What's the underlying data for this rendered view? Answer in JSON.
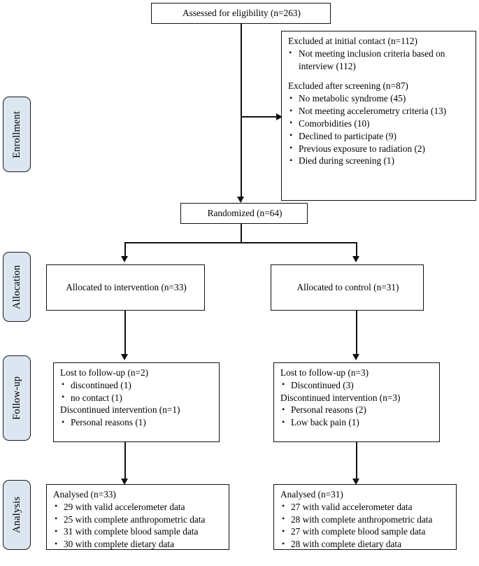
{
  "diagram": {
    "type": "consort-flow-diagram",
    "phases": [
      {
        "id": "enrollment",
        "label": "Enrollment"
      },
      {
        "id": "allocation",
        "label": "Allocation"
      },
      {
        "id": "followup",
        "label": "Follow-up"
      },
      {
        "id": "analysis",
        "label": "Analysis"
      }
    ],
    "assessed": {
      "title": "Assessed for eligibility  (n=263)"
    },
    "excluded": {
      "initial_title": "Excluded at  initial  contact (n=112)",
      "initial_items": [
        "Not meeting  inclusion  criteria  based on interview  (112)"
      ],
      "screening_title": "Excluded  after  screening  (n=87)",
      "screening_items": [
        "No metabolic  syndrome  (45)",
        "Not meeting  accelerometry  criteria (13)",
        "Comorbidities  (10)",
        "Declined  to participate  (9)",
        "Previous  exposure  to radiation  (2)",
        "Died  during  screening  (1)"
      ]
    },
    "randomized": {
      "title": "Randomized  (n=64)"
    },
    "allocation": {
      "intervention": "Allocated  to intervention  (n=33)",
      "control": "Allocated  to control  (n=31)"
    },
    "followup": {
      "intervention": {
        "lost_title": "Lost to follow-up  (n=2)",
        "lost_items": [
          "discontinued  (1)",
          "no contact  (1)"
        ],
        "disc_title": "Discontinued  intervention  (n=1)",
        "disc_items": [
          "Personal  reasons  (1)"
        ]
      },
      "control": {
        "lost_title": "Lost to follow-up  (n=3)",
        "lost_items": [
          "Discontinued  (3)"
        ],
        "disc_title": "Discontinued  intervention  (n=3)",
        "disc_items": [
          "Personal  reasons (2)",
          "Low back pain (1)"
        ]
      }
    },
    "analysis": {
      "intervention": {
        "title": "Analysed  (n=33)",
        "items": [
          "29 with valid  accelerometer  data",
          "25 with complete  anthropometric  data",
          "31 with complete  blood sample  data",
          "30 with complete  dietary  data"
        ]
      },
      "control": {
        "title": "Analysed  (n=31)",
        "items": [
          "27 with valid  accelerometer  data",
          "28 with complete  anthropometric  data",
          "27 with complete  blood sample  data",
          "28 with complete  dietary  data"
        ]
      }
    },
    "colors": {
      "phase_fill": "#dce6f1",
      "line": "#111111",
      "box_border": "#111111",
      "background": "#ffffff"
    }
  }
}
